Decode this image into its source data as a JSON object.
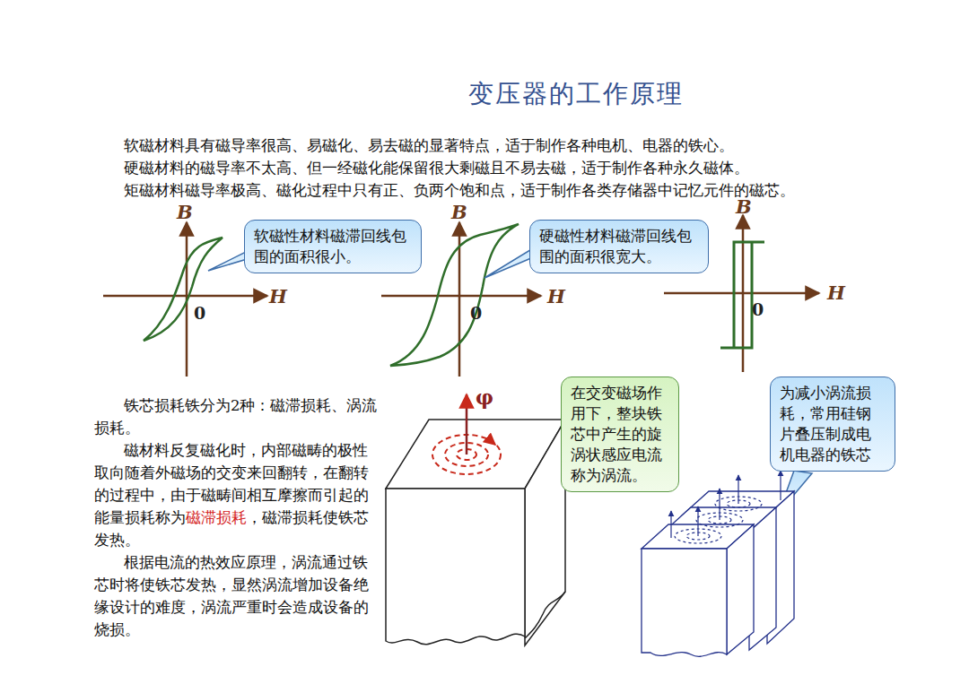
{
  "diagram": {
    "title": "变压器的工作原理",
    "nodes": [
      {
        "text": [
          "软磁性材料磁滞回线包围的面积很小。"
        ]
      },
      {
        "text": [
          "硬磁性材料磁滞回线包围的面积很宽大。"
        ]
      },
      {
        "text": [
          "在交变磁场作用下，整块铁芯中产生的旋涡状感应电流称为涡流。"
        ]
      },
      {
        "text": [
          "为减小涡流损耗，常用硅钢片叠压制成电机电器的铁芯"
        ]
      }
    ],
    "labels": [
      "软磁材料具有磁导率很高、易磁化、易去磁的显著特点，适于制作各种电机、电器的铁心。",
      "硬磁材料的磁导率不太高、但一经磁化能保留很大剩磁且不易去磁，适于制作各种永久磁体。",
      "矩磁材料磁导率极高、磁化过程中只有正、负两个饱和点，适于制作各类存储器中记忆元件的磁芯。",
      "B",
      "H",
      "0",
      "B",
      "H",
      "0",
      "B",
      "H",
      "0",
      "φ",
      "铁芯损耗铁分为2种：磁滞损耗、涡流损耗。",
      "磁材料反复磁化时，内部磁畴的极性取向随着外磁场的交变来回翻转，在翻转的过程中，由于磁畴间相互摩擦而引起的能量损耗称为",
      "磁滞损耗",
      "，磁滞损耗使铁芯发热。",
      "根据电流的热效应原理，涡流通过铁芯时将使铁芯发热，显然涡流增加设备绝缘设计的难度，涡流严重时会造成设备的烧损。"
    ]
  }
}
